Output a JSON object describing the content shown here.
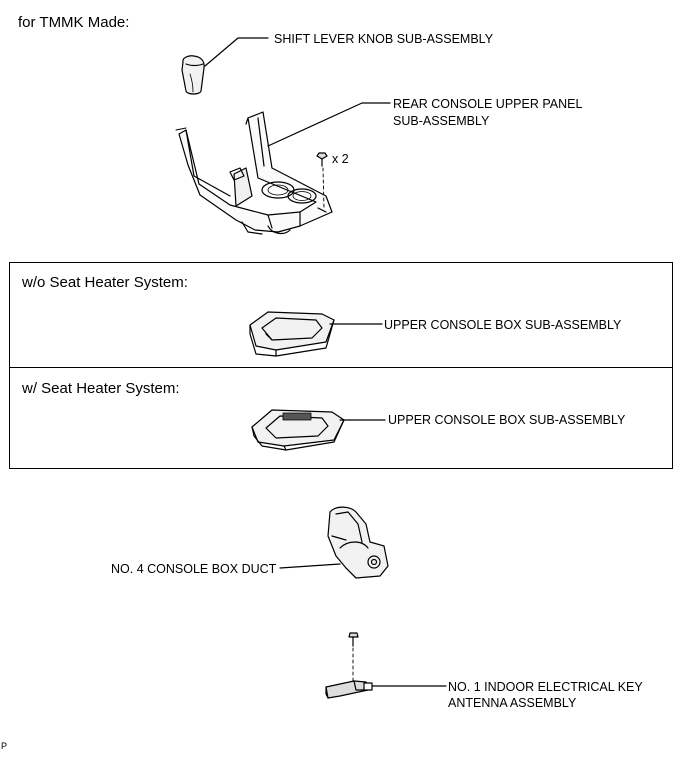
{
  "header": {
    "title": "for TMMK Made:"
  },
  "parts": {
    "shift_knob": {
      "label": "SHIFT LEVER KNOB SUB-ASSEMBLY"
    },
    "rear_panel": {
      "label_line1": "REAR CONSOLE UPPER PANEL",
      "label_line2": "SUB-ASSEMBLY",
      "qty": "x 2"
    },
    "upper_box_no_heater": {
      "label": "UPPER CONSOLE BOX SUB-ASSEMBLY"
    },
    "upper_box_heater": {
      "label": "UPPER CONSOLE BOX SUB-ASSEMBLY"
    },
    "duct": {
      "label": "NO. 4 CONSOLE BOX DUCT"
    },
    "antenna": {
      "label_line1": "NO. 1 INDOOR ELECTRICAL KEY",
      "label_line2": "ANTENNA ASSEMBLY"
    }
  },
  "sections": {
    "without_heater": {
      "title": "w/o Seat Heater System:"
    },
    "with_heater": {
      "title": "w/ Seat Heater System:"
    }
  },
  "footer": {
    "code": "P"
  }
}
